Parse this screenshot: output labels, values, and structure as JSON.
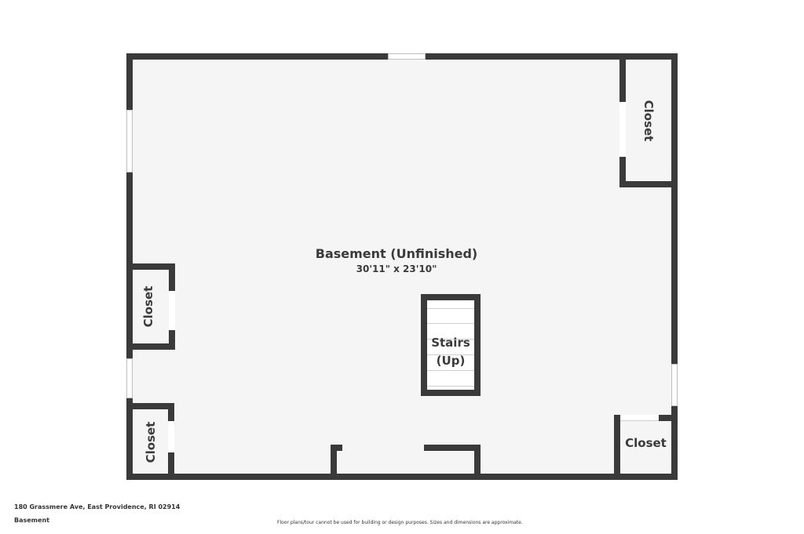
{
  "floor_plan": {
    "main_room": {
      "name": "Basement (Unfinished)",
      "dimensions": "30'11\" x 23'10\""
    },
    "stairs": {
      "line1": "Stairs",
      "line2": "(Up)"
    },
    "closets": [
      {
        "label": "Closet",
        "position": "top-right"
      },
      {
        "label": "Closet",
        "position": "left-middle"
      },
      {
        "label": "Closet",
        "position": "bottom-left"
      },
      {
        "label": "Closet",
        "position": "bottom-right"
      }
    ],
    "colors": {
      "wall": "#3a3a3a",
      "floor": "#f5f5f5",
      "background": "#ffffff"
    }
  },
  "footer": {
    "address": "180 Grassmere Ave, East Providence, RI 02914",
    "floor_name": "Basement",
    "disclaimer": "Floor plans/tour cannot be used for building or design purposes. Sizes and dimensions are approximate."
  }
}
